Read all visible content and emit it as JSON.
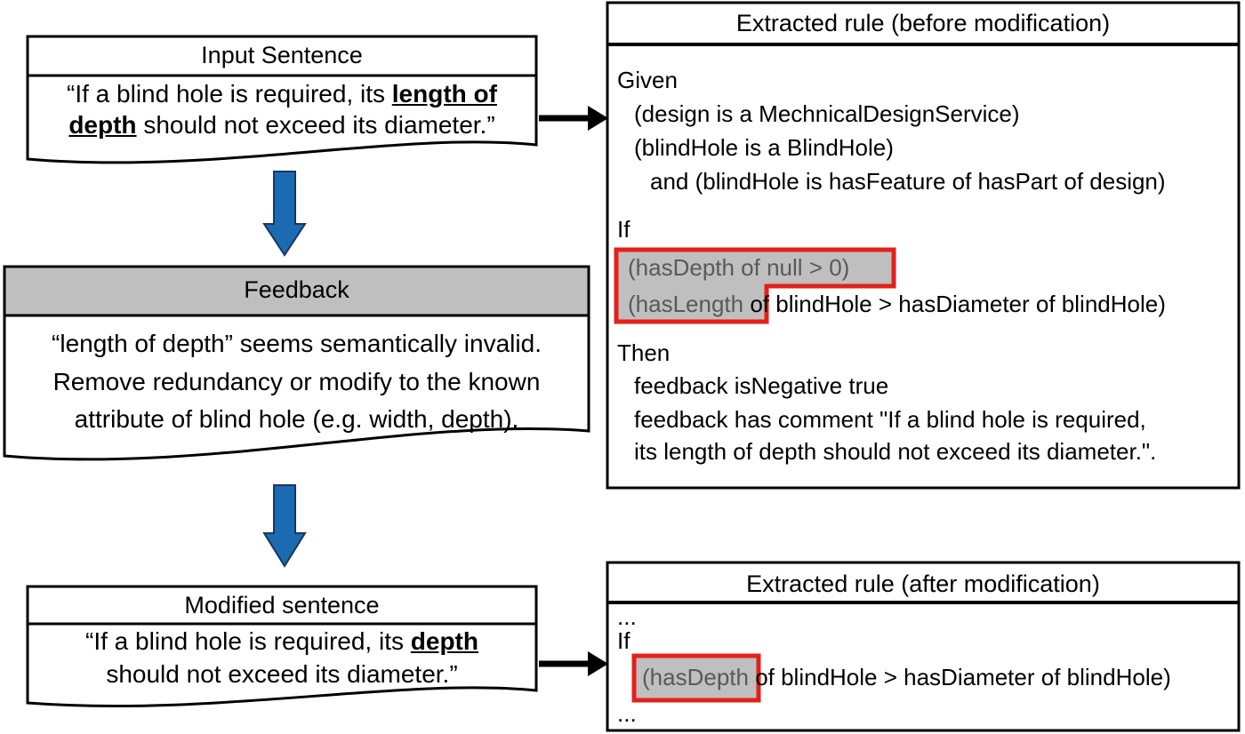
{
  "colors": {
    "arrow_blue": "#1C6BB2",
    "highlight_red": "#E32119",
    "highlight_gray": "#BFBFBF",
    "header_gray": "#BFBFBF",
    "muted_text": "#595959"
  },
  "connectors": {
    "down_arrow_1": "down-arrow",
    "down_arrow_2": "down-arrow",
    "right_arrow_1": "right-arrow",
    "right_arrow_2": "right-arrow"
  },
  "input_box": {
    "title": "Input Sentence",
    "line1_text": "“If a blind hole is required, its ",
    "line1_emphasis": "length of",
    "line2_emphasis": "depth",
    "line2_text": " should not exceed its diameter.”"
  },
  "feedback_box": {
    "title": "Feedback",
    "line1": "“length of depth” seems semantically invalid.",
    "line2": "Remove redundancy or modify to the known",
    "line3": "attribute of blind hole (e.g. width, depth)."
  },
  "modified_box": {
    "title": "Modified sentence",
    "line1_text": "“If a blind hole is required, its ",
    "line1_emphasis": "depth",
    "line2_text": "should not exceed its diameter.”"
  },
  "rule_before": {
    "title": "Extracted rule (before modification)",
    "given_label": "Given",
    "given_1": "(design is a MechnicalDesignService)",
    "given_2": "(blindHole is a BlindHole)",
    "given_3": "and (blindHole is hasFeature of hasPart of design)",
    "if_label": "If",
    "if_cond1_highlight": "(hasDepth of null > 0)",
    "if_cond2_highlight": "(hasLength",
    "if_cond2_rest": " of blindHole > hasDiameter of blindHole)",
    "then_label": "Then",
    "then_1": "feedback isNegative true",
    "then_2": "feedback has comment \"If a blind hole is required,",
    "then_3": "its length of depth should not exceed its diameter.\"."
  },
  "rule_after": {
    "title": "Extracted rule (after modification)",
    "ellipsis_top": "...",
    "if_label": "If",
    "if_highlight": "(hasDepth",
    "if_rest": " of blindHole > hasDiameter of blindHole)",
    "ellipsis_bottom": "..."
  }
}
